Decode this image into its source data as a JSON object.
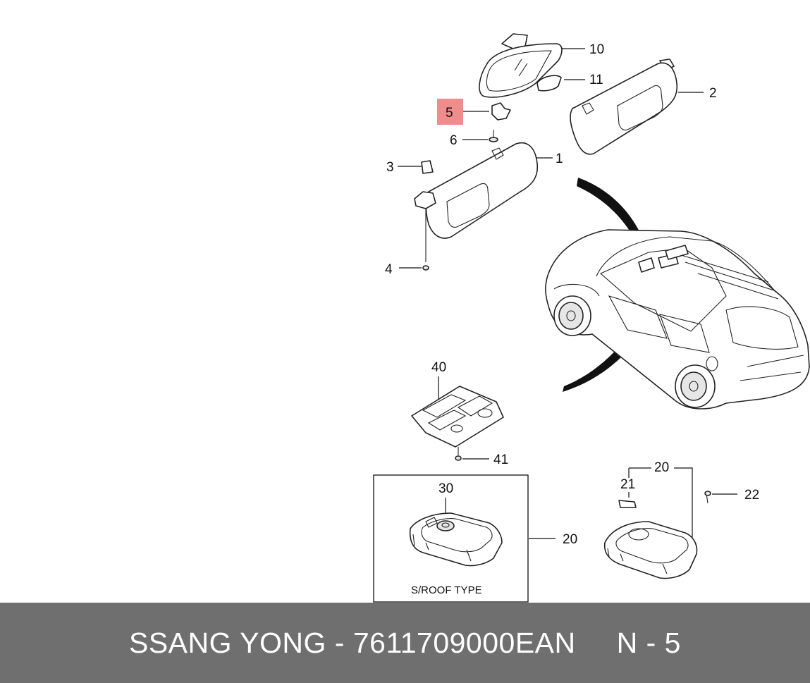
{
  "callouts": {
    "c10": "10",
    "c11": "11",
    "c2": "2",
    "c5": "5",
    "c6": "6",
    "c1": "1",
    "c3": "3",
    "c4": "4",
    "c40": "40",
    "c41": "41",
    "c30": "30",
    "c20_box": "20",
    "c20_top": "20",
    "c21": "21",
    "c22": "22"
  },
  "highlight": {
    "part": "5",
    "color": "#f08c8c"
  },
  "sroof_label": "S/ROOF TYPE",
  "footer": {
    "brand_part": "SSANG YONG - 7611709000EAN",
    "page_ref": "N - 5",
    "background": "#6f6f6f"
  }
}
